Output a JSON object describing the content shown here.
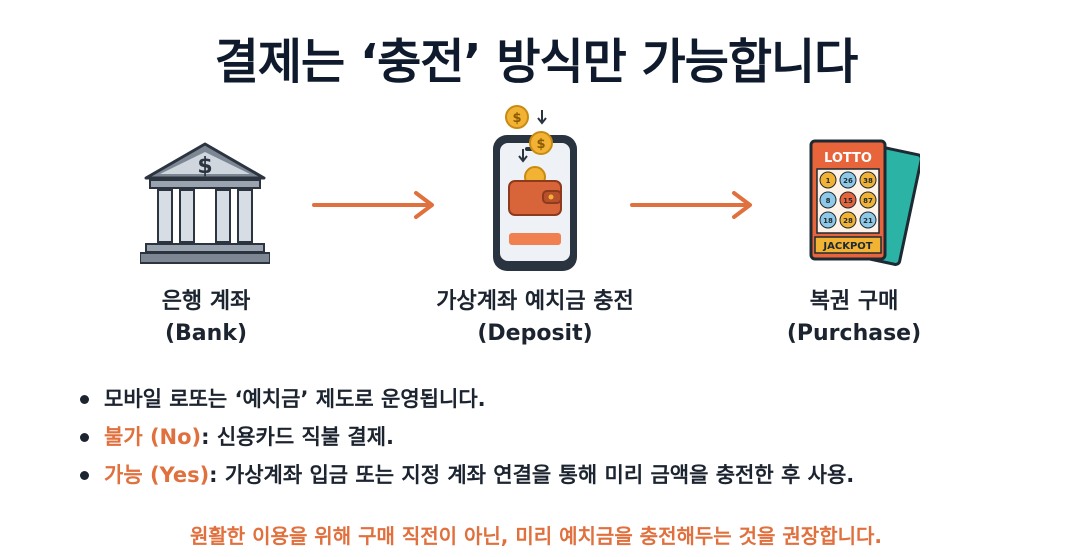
{
  "title": "결제는 ‘충전’ 방식만 가능합니다",
  "steps": [
    {
      "icon": "bank-icon",
      "label": "은행 계좌",
      "sublabel": "(Bank)"
    },
    {
      "icon": "phone-wallet-icon",
      "label": "가상계좌 예치금 충전",
      "sublabel": "(Deposit)"
    },
    {
      "icon": "lotto-ticket-icon",
      "label": "복권 구매",
      "sublabel": "(Purchase)"
    }
  ],
  "icons": {
    "bank_symbol": "$",
    "coin_symbol": "$",
    "ticket_header": "LOTTO",
    "ticket_footer": "JACKPOT",
    "ticket_numbers": [
      "1",
      "26",
      "38",
      "8",
      "15",
      "87",
      "18",
      "28",
      "21"
    ]
  },
  "bullets": [
    {
      "prefix": "",
      "text": "모바일 로또는 ‘예치금’ 제도로 운영됩니다."
    },
    {
      "prefix": "불가 (No)",
      "text": ": 신용카드 직불 결제."
    },
    {
      "prefix": "가능 (Yes)",
      "text": ": 가상계좌 입금 또는 지정 계좌 연결을 통해 미리 금액을 충전한 후 사용."
    }
  ],
  "notice": "원활한 이용을 위해 구매 직전이 아닌, 미리 예치금을 충전해두는 것을 권장합니다.",
  "colors": {
    "accent": "#e0703e",
    "navy": "#0f1b2d",
    "coin": "#f2b233"
  }
}
